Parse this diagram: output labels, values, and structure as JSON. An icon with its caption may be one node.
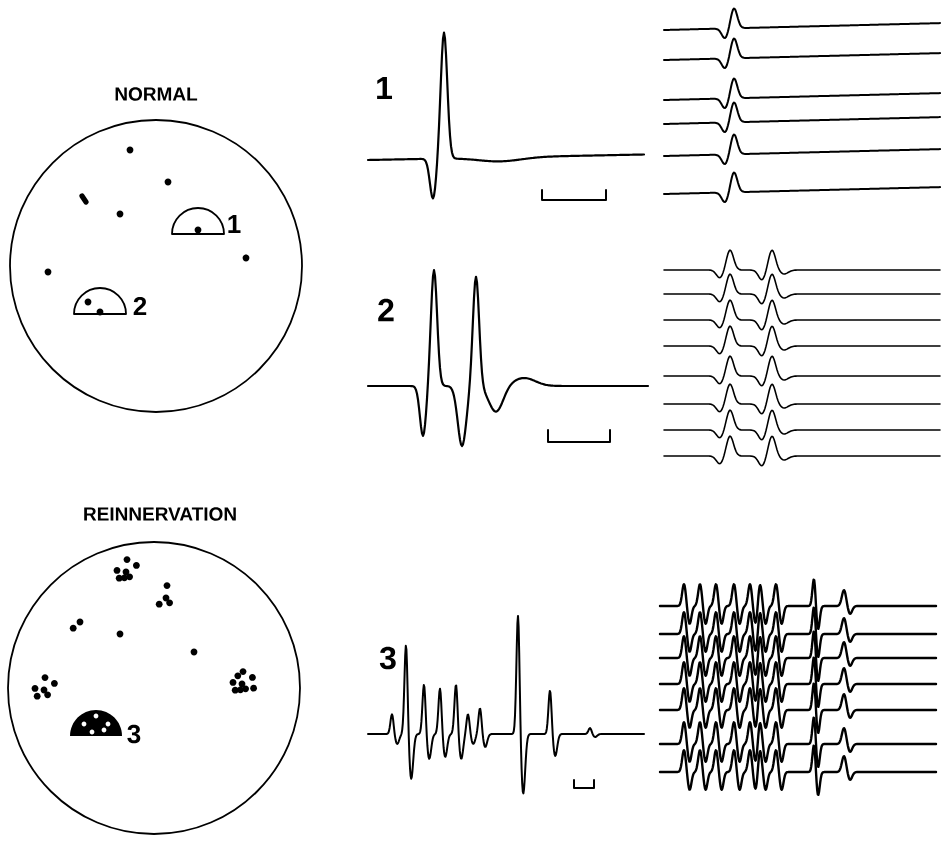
{
  "diagram": {
    "labels": [
      "NORMAL",
      "1",
      "1",
      "2",
      "2",
      "REINNERVATION",
      "3",
      "3"
    ]
  }
}
